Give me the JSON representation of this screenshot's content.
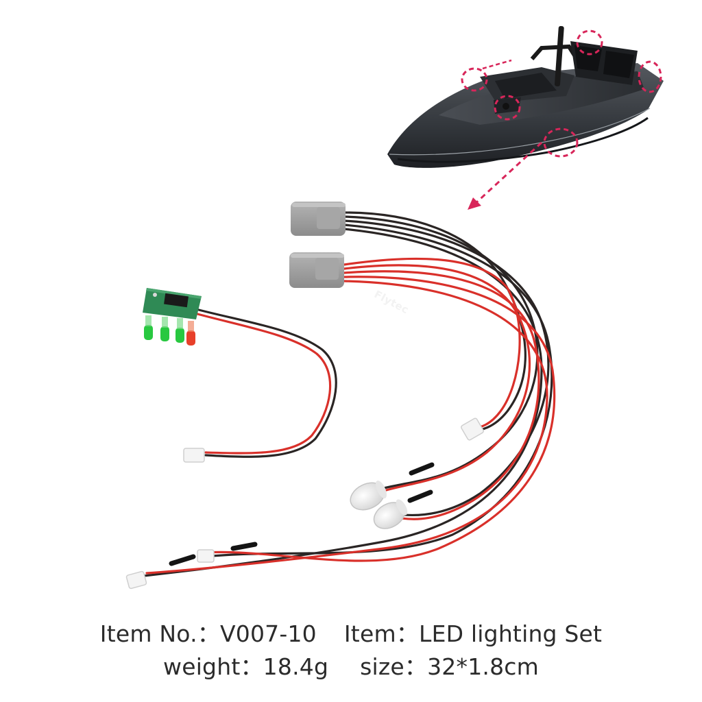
{
  "product": {
    "brand_logo": "Flytec",
    "item_no_label": "Item No.：",
    "item_no_value": "V007-10",
    "item_label": "Item：",
    "item_value": "LED lighting Set",
    "weight_label": "weight：",
    "weight_value": "18.4g",
    "size_label": "size：",
    "size_value": "32*1.8cm"
  },
  "colors": {
    "wire_red": "#d9302a",
    "wire_black": "#2a2524",
    "highlight": "#d8265a",
    "pcb": "#2f8a55",
    "led_green": "#28c840",
    "led_red": "#e8402a",
    "connector_grey": "#9a9a9a",
    "hull": "#3b3f45"
  }
}
